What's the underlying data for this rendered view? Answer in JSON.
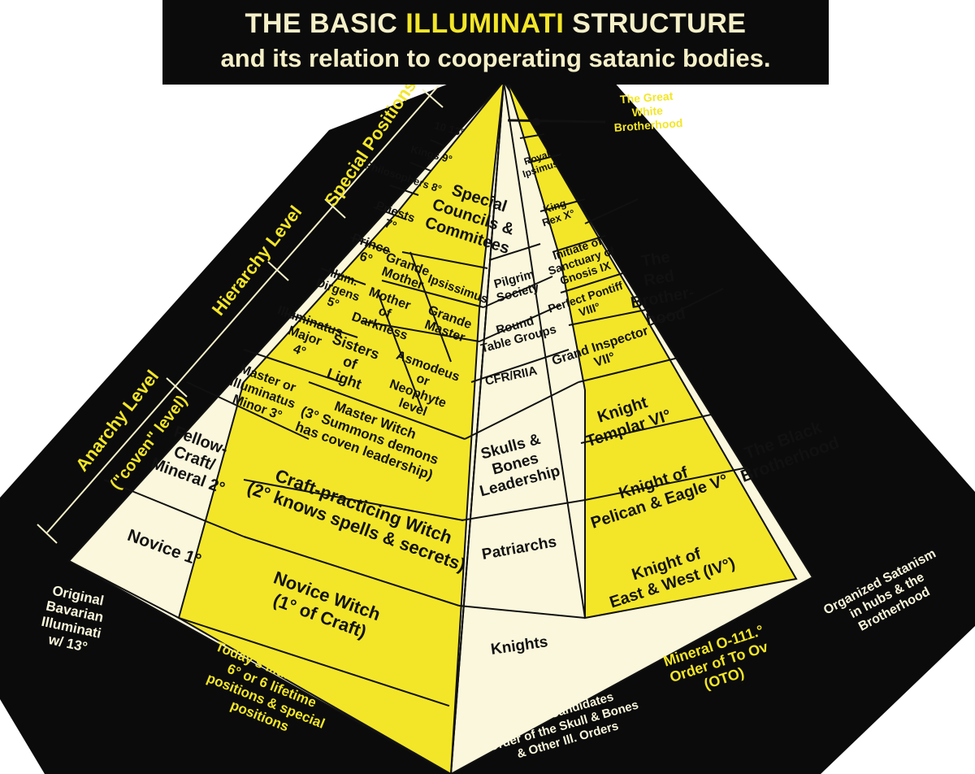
{
  "title": {
    "line1_pre": "THE BASIC ",
    "line1_highlight": "ILLUMINATI",
    "line1_post": " STRUCTURE",
    "line2": "and its relation to cooperating satanic bodies."
  },
  "colors": {
    "background": "#0b0b0b",
    "yellow": "#f3e629",
    "cream": "#fbf7dc",
    "outline": "#111111",
    "title_text": "#f5f0c8",
    "highlight": "#f3e629"
  },
  "side_scale": {
    "special_positions": "Special Positions",
    "hierarchy_level": "Hierarchy Level",
    "anarchy_level": "Anarchy Level",
    "coven_level": "(\"coven\" level)"
  },
  "left_face": {
    "d10": "10 13°",
    "kings": "Kings 9°",
    "philosophers": "Philosophers 8°",
    "priests": [
      "Priests",
      "7°"
    ],
    "prince": [
      "Prince",
      "6°"
    ],
    "illum_dirgens": [
      "Illum.",
      "Dirgens",
      "5°"
    ],
    "illuminatus_major": [
      "Illuminatus",
      "Major",
      "4°"
    ],
    "master_minor": [
      "Master or",
      "Illuminatus",
      "Minor 3°"
    ],
    "fellow_craft": [
      "Fellow-",
      "Craft/",
      "Mineral 2°"
    ],
    "novice": "Novice 1°"
  },
  "witch_column": {
    "special_councils": [
      "Special",
      "Councils &",
      "Commitees"
    ],
    "grande_mother": [
      "Grande",
      "Mother"
    ],
    "ipsissimus": "Ipsissimus",
    "mother_darkness": [
      "Mother",
      "of",
      "Darkness"
    ],
    "grande_master": [
      "Grande",
      "Master"
    ],
    "sisters_light": [
      "Sisters",
      "of",
      "Light"
    ],
    "asmodeus": [
      "Asmodeus",
      "or",
      "Neophyte",
      "level"
    ],
    "master_witch": [
      "Master Witch",
      "(3° Summons demons",
      "has coven leadership)"
    ],
    "craft_witch": [
      "Craft-practicing Witch",
      "(2° knows spells & secrets)"
    ],
    "novice_witch": [
      "Novice Witch",
      "(1° of Craft)"
    ]
  },
  "center_column": {
    "pilgrim": [
      "Pilgrim",
      "Society"
    ],
    "round_table": [
      "Round",
      "Table Groups"
    ],
    "cfr": "CFR/RIIA",
    "skulls": [
      "Skulls &",
      "Bones",
      "Leadership"
    ],
    "patriarchs": "Patriarchs",
    "knights": "Knights"
  },
  "oto_column": {
    "royal": [
      "Royal",
      "Ipsimus"
    ],
    "king_rex": [
      "King",
      "Rex X°"
    ],
    "initiate": [
      "Initiate of",
      "Sanctuary of",
      "Gnosis IX"
    ],
    "perfect": [
      "Perfect Pontiff",
      "VIII°"
    ],
    "grand_inspector": [
      "Grand Inspector",
      "VII°"
    ],
    "templar": [
      "Knight",
      "Templar VI°"
    ],
    "pelican": [
      "Knight of",
      "Pelican & Eagle V°"
    ],
    "east_west": [
      "Knight of",
      "East & West (IV°)"
    ]
  },
  "right_face": {
    "red": [
      "The",
      "Red",
      "Brother-",
      "hood"
    ],
    "black": [
      "The Black",
      "Brotherhood"
    ]
  },
  "labels": {
    "great_white": [
      "The Great",
      "White",
      "Brotherhood"
    ],
    "bavarian": [
      "Original",
      "Bavarian",
      "Illuminati",
      "w/ 13°"
    ],
    "todays": [
      "Today's Illuminati w/",
      "6° or 6 lifetime",
      "positions & special",
      "positions"
    ],
    "tapped": [
      "Tapped Candidates",
      "Order of the Skull & Bones",
      "& Other Ill. Orders"
    ],
    "mineral": [
      "Mineral O-111.°",
      "Order of To Ov",
      "(OTO)"
    ],
    "organized": [
      "Organized Satanism",
      "in hubs & the",
      "Brotherhood"
    ]
  }
}
